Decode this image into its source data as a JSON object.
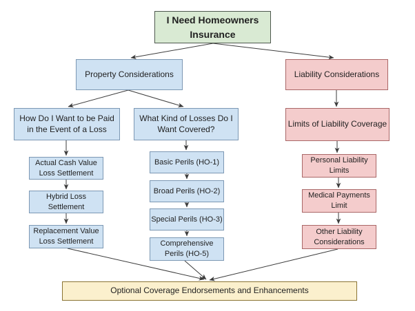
{
  "diagram": {
    "title": "I Need Homeowners Insurance flowchart",
    "nodes": {
      "root": {
        "label": "I Need Homeowners\nInsurance"
      },
      "property": {
        "label": "Property Considerations"
      },
      "liability": {
        "label": "Liability Considerations"
      },
      "how_paid": {
        "label": "How Do I Want to be Paid\nin the Event of a Loss"
      },
      "what_losses": {
        "label": "What Kind of Losses Do I\nWant Covered?"
      },
      "limits": {
        "label": "Limits of Liability Coverage"
      },
      "acv": {
        "label": "Actual Cash Value\nLoss Settlement"
      },
      "hybrid": {
        "label": "Hybrid  Loss\nSettlement"
      },
      "replacement": {
        "label": "Replacement Value\nLoss Settlement"
      },
      "basic": {
        "label": "Basic Perils (HO-1)"
      },
      "broad": {
        "label": "Broad Perils (HO-2)"
      },
      "special": {
        "label": "Special Perils (HO-3)"
      },
      "comprehensive": {
        "label": "Comprehensive\nPerils (HO-5)"
      },
      "personal": {
        "label": "Personal Liability\nLimits"
      },
      "medical": {
        "label": "Medical Payments\nLimit"
      },
      "other": {
        "label": "Other Liability\nConsiderations"
      },
      "optional": {
        "label": "Optional Coverage Endorsements and Enhancements"
      }
    },
    "edges": [
      {
        "from": "root",
        "to": "property"
      },
      {
        "from": "root",
        "to": "liability"
      },
      {
        "from": "property",
        "to": "how_paid"
      },
      {
        "from": "property",
        "to": "what_losses"
      },
      {
        "from": "liability",
        "to": "limits"
      },
      {
        "from": "how_paid",
        "to": "acv"
      },
      {
        "from": "acv",
        "to": "hybrid"
      },
      {
        "from": "hybrid",
        "to": "replacement"
      },
      {
        "from": "what_losses",
        "to": "basic"
      },
      {
        "from": "basic",
        "to": "broad"
      },
      {
        "from": "broad",
        "to": "special"
      },
      {
        "from": "special",
        "to": "comprehensive"
      },
      {
        "from": "limits",
        "to": "personal"
      },
      {
        "from": "personal",
        "to": "medical"
      },
      {
        "from": "medical",
        "to": "other"
      },
      {
        "from": "replacement",
        "to": "optional"
      },
      {
        "from": "comprehensive",
        "to": "optional"
      },
      {
        "from": "other",
        "to": "optional"
      }
    ]
  },
  "colors": {
    "green_fill": "#d9ead3",
    "green_border": "#4d574d",
    "blue_fill": "#cfe2f3",
    "blue_border": "#7b97b3",
    "pink_fill": "#f4cccc",
    "pink_border": "#a96666",
    "yellow_fill": "#fbf0cd",
    "yellow_border": "#8a7332",
    "arrow": "#3b3b3b",
    "text": "#1f1f1f"
  }
}
